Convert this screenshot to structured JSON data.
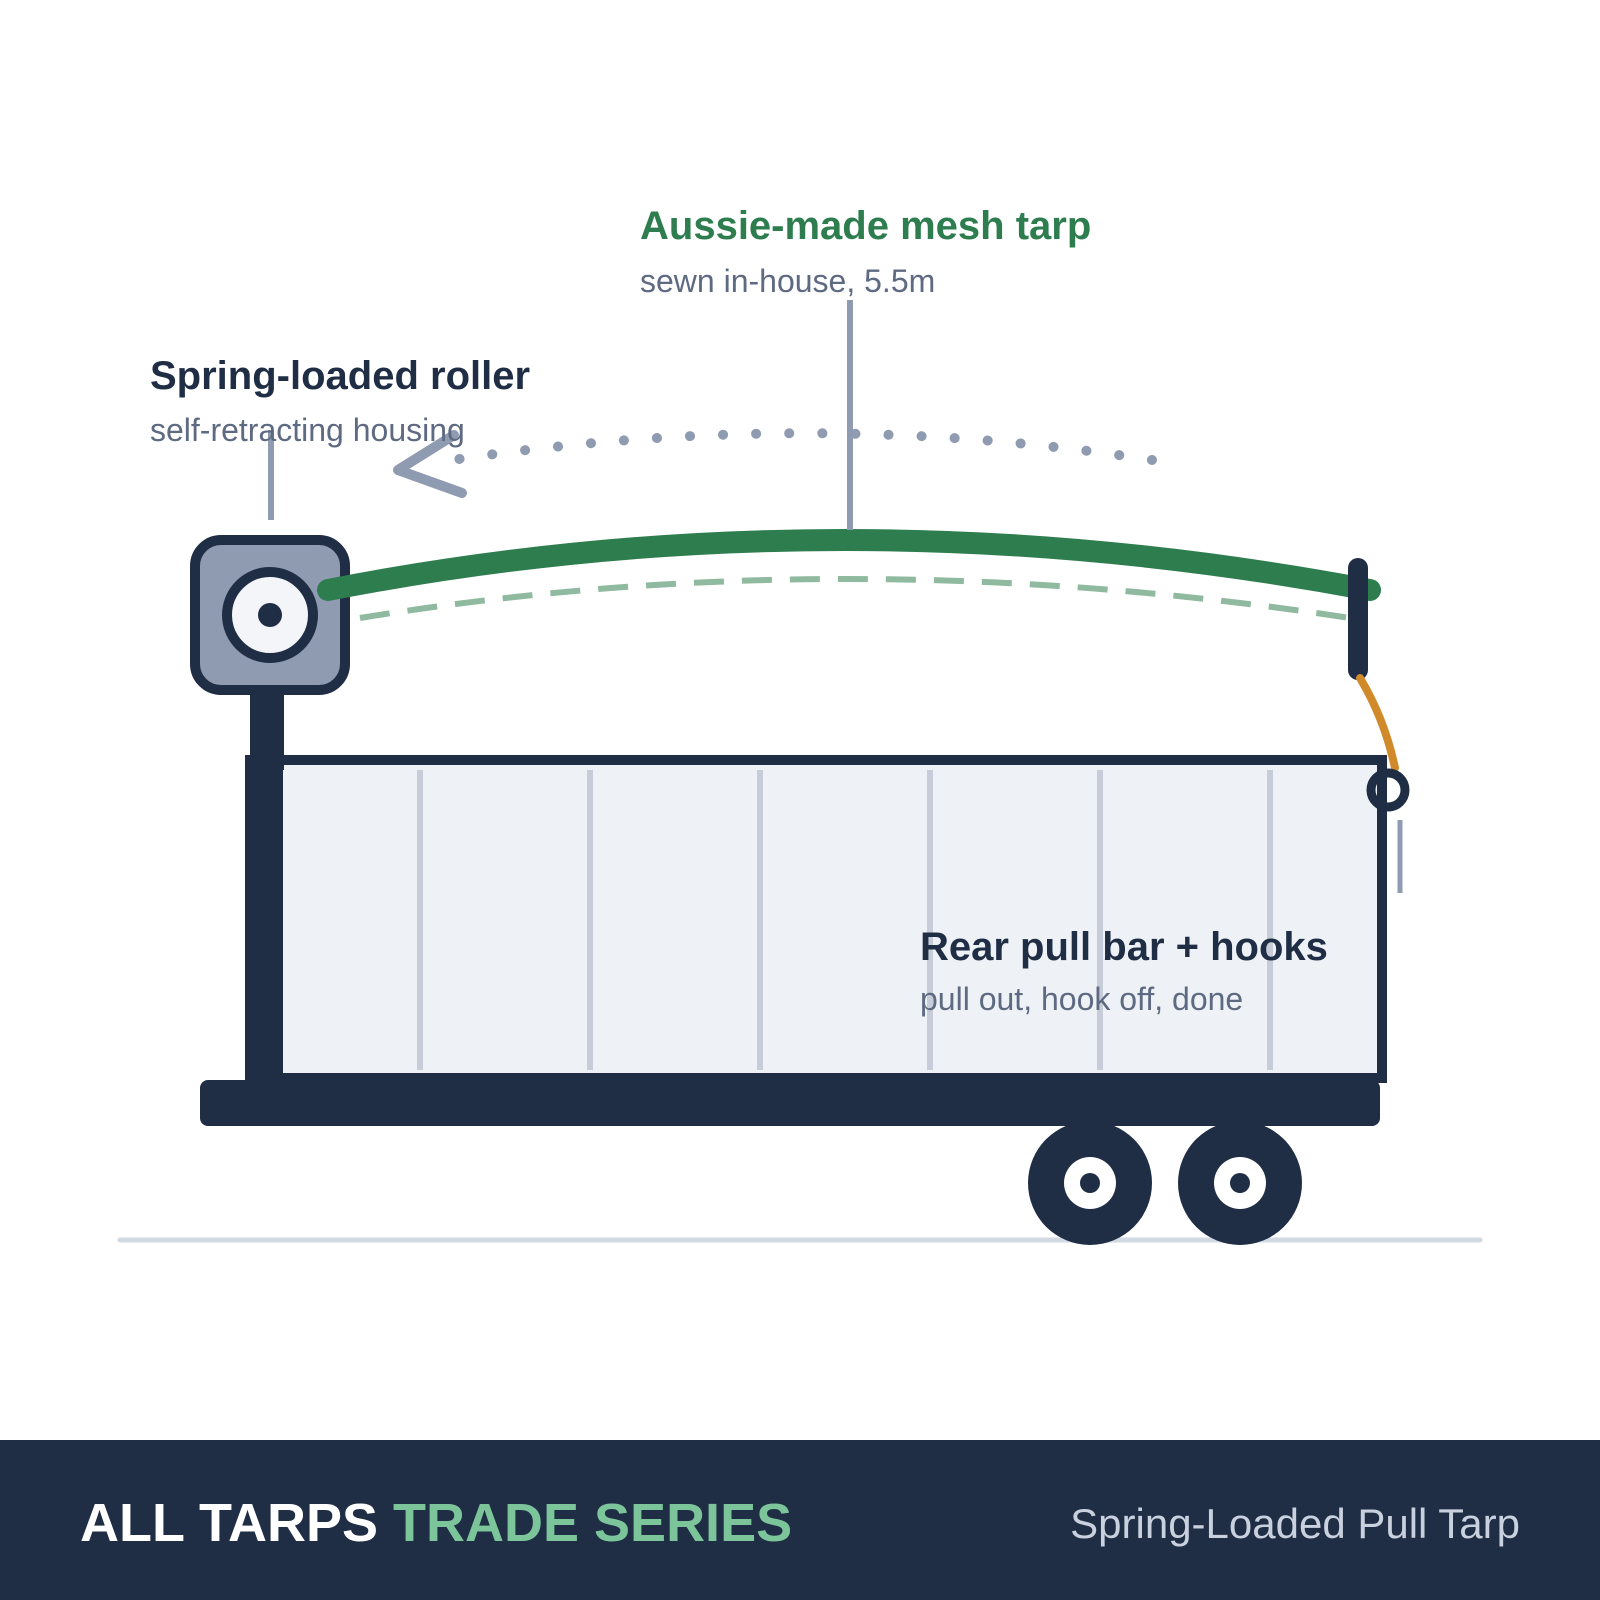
{
  "labels": {
    "tarp": {
      "title": "Aussie-made mesh tarp",
      "subtitle": "sewn in-house, 5.5m"
    },
    "roller": {
      "title": "Spring-loaded roller",
      "subtitle": "self-retracting housing"
    },
    "pullbar": {
      "title": "Rear pull bar + hooks",
      "subtitle": "pull out, hook off, done"
    }
  },
  "footer": {
    "brand": "ALL TARPS",
    "series": "TRADE SERIES",
    "product": "Spring-Loaded Pull Tarp"
  },
  "colors": {
    "navy": "#1f2d45",
    "tarp_green": "#2e7d4f",
    "accent_green": "#7cc59b",
    "strap_orange": "#d08a2a",
    "grey": "#8f9bb0",
    "panel": "#eef2f7"
  },
  "icons": [
    "roller-hub-icon",
    "retract-arrow-icon",
    "wheel-icon",
    "hook-icon"
  ]
}
